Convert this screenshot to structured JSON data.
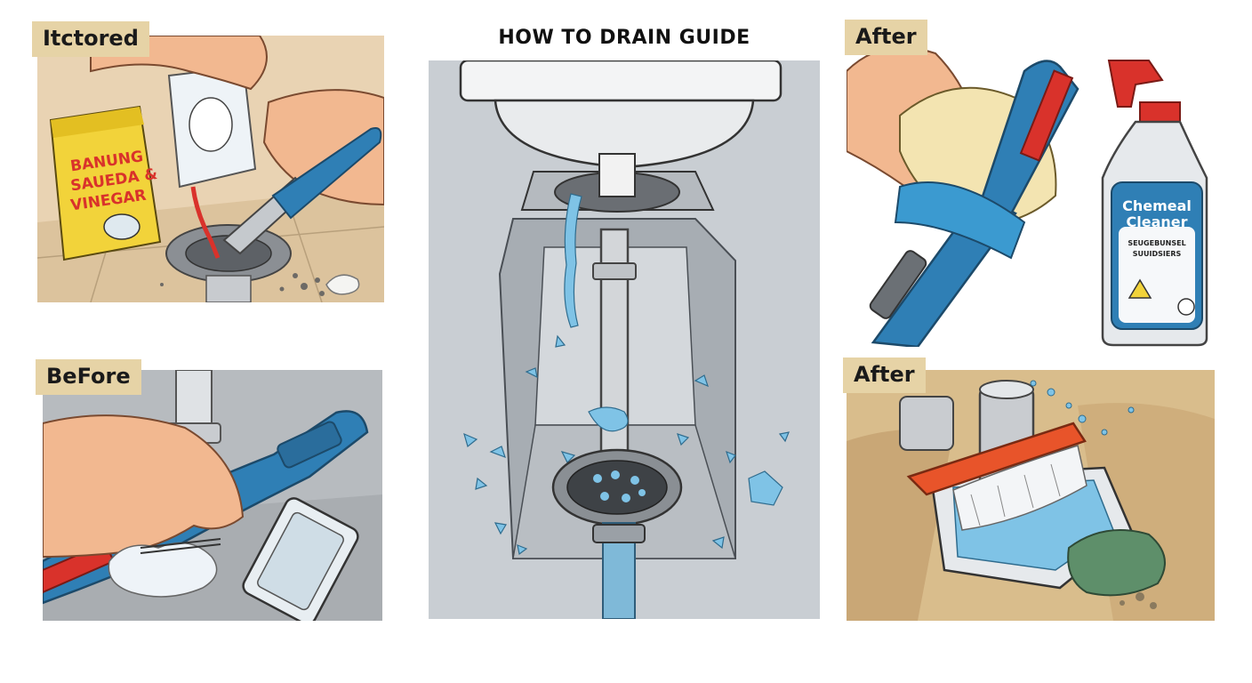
{
  "guide": {
    "title": "HOW TO DRAIN GUIDE"
  },
  "panels": {
    "top_left": {
      "label": "Itctored",
      "package_text": [
        "BANUNG",
        "SAUEDA &",
        "VINEGAR"
      ]
    },
    "bottom_left": {
      "label": "BeFore"
    },
    "top_right": {
      "label": "After",
      "bottle_text": [
        "Chemeal",
        "Cleaner"
      ],
      "bottle_small_text": [
        "SEUGEBUNSEL",
        "SUUIDSIERS"
      ]
    },
    "bottom_right": {
      "label": "After"
    }
  },
  "colors": {
    "label_bg": "#e6d3a6",
    "water": "#7fc3e6",
    "tool_blue": "#2f7fb5",
    "tool_red": "#d9322b",
    "orange_brush": "#e8542a",
    "wall_gray": "#c9ced3",
    "floor_tan": "#d9bd8c"
  }
}
